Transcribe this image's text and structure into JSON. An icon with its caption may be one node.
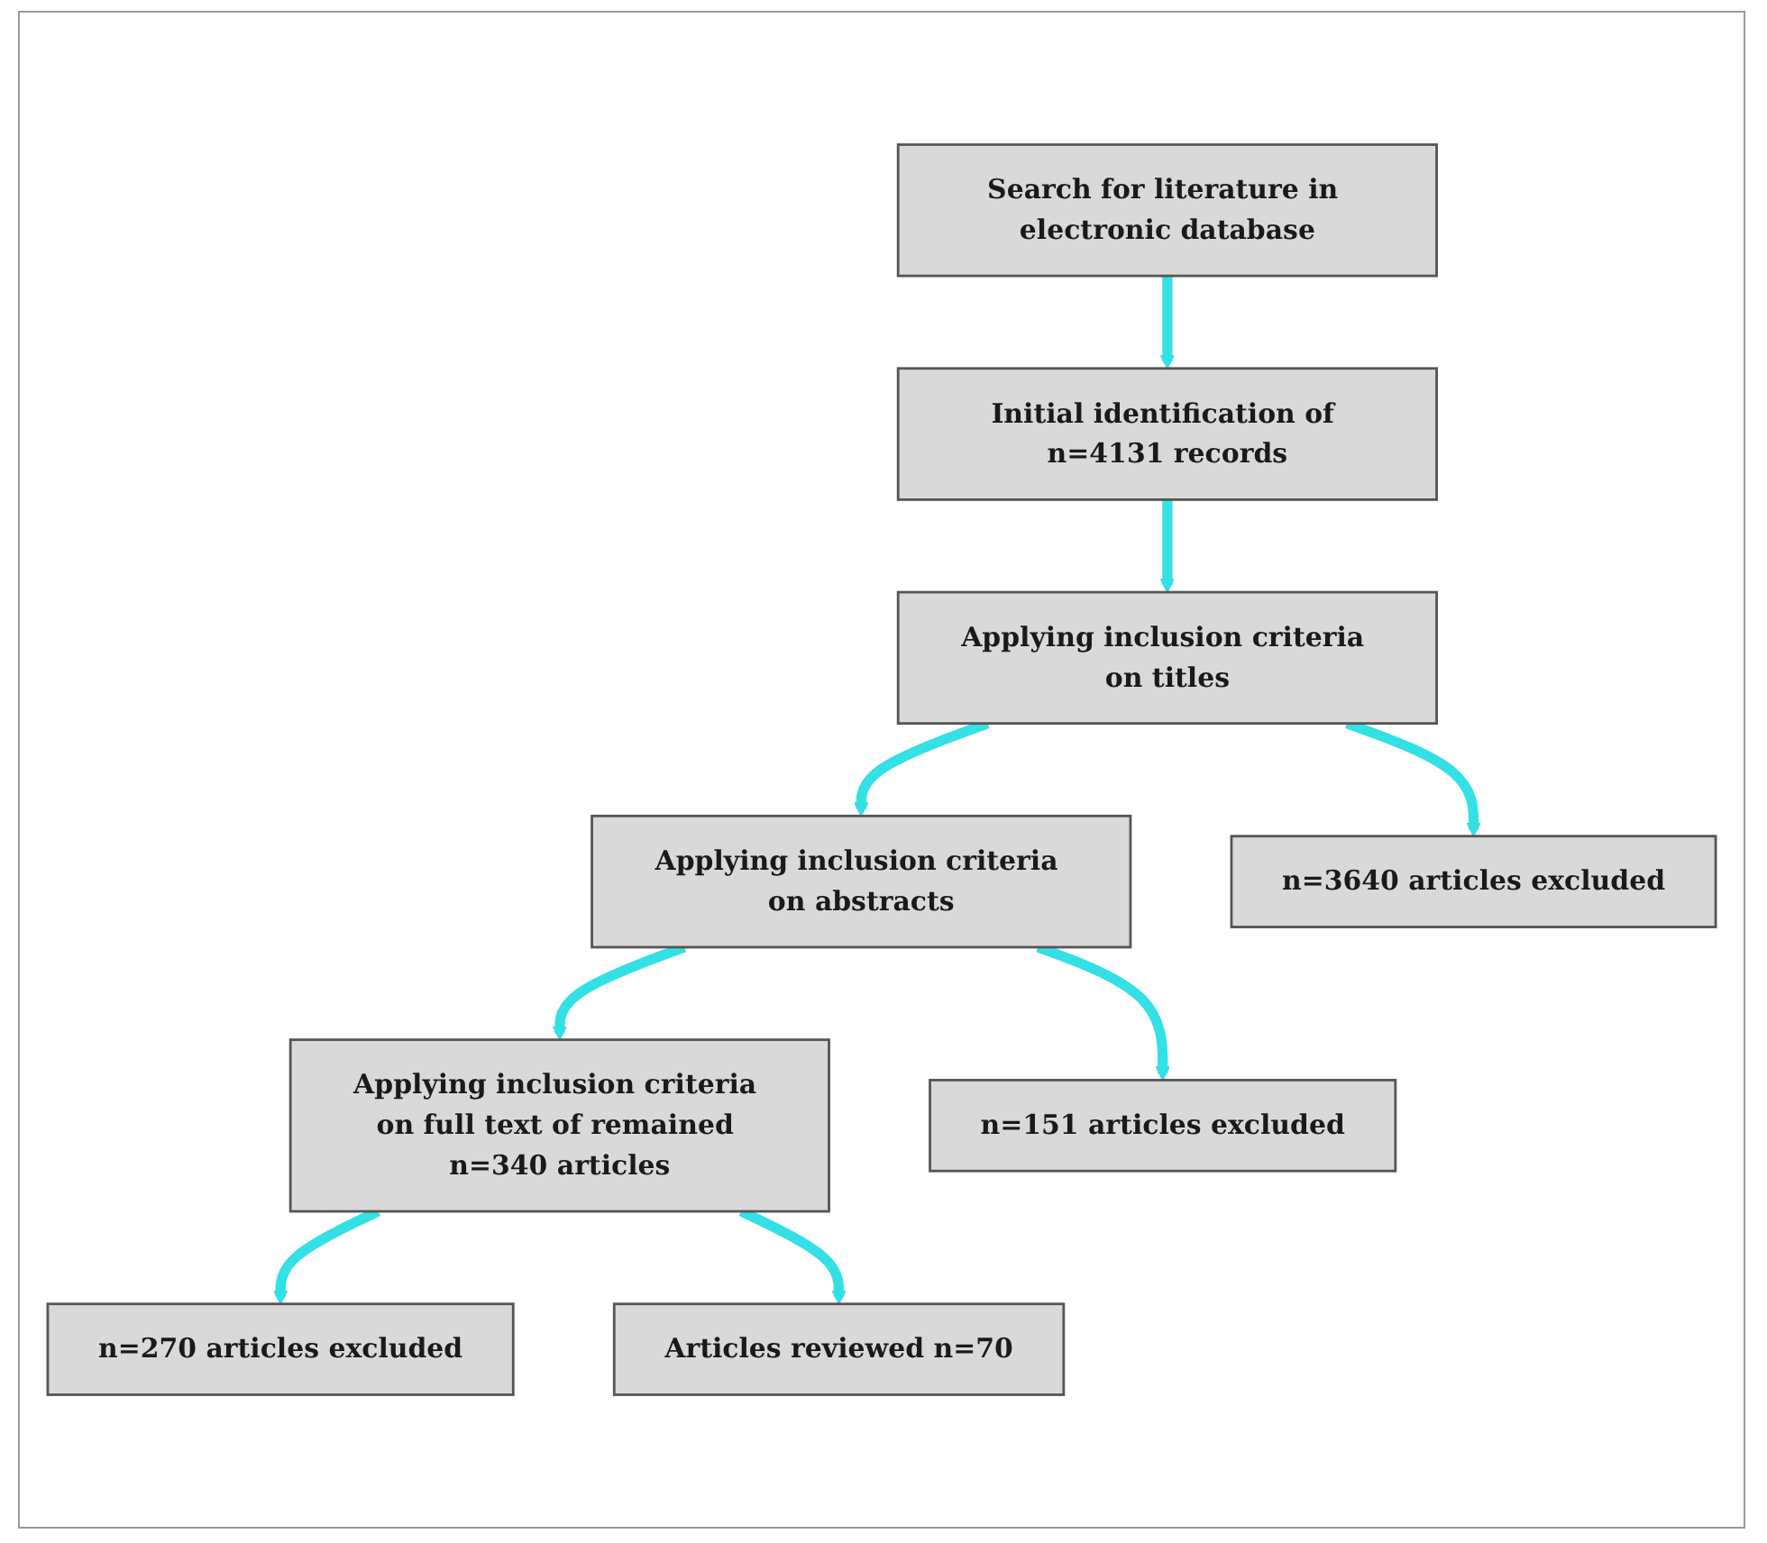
{
  "diagram": {
    "nodes": [
      {
        "text": [
          "Search for literature in electronic database"
        ]
      },
      {
        "text": [
          "Initial identification of n=4131 records"
        ]
      },
      {
        "text": [
          "Applying inclusion criteria on titles"
        ]
      },
      {
        "text": [
          "n=3640 articles excluded"
        ]
      },
      {
        "text": [
          "Applying inclusion criteria on abstracts"
        ]
      },
      {
        "text": [
          "n=151 articles excluded"
        ]
      },
      {
        "text": [
          "Applying inclusion criteria on full text of remained n=340 articles"
        ]
      },
      {
        "text": [
          "n=270 articles excluded"
        ]
      },
      {
        "text": [
          "Articles reviewed n=70"
        ]
      }
    ],
    "edges": [
      {
        "from": 0,
        "to": 1,
        "arrow": "to"
      },
      {
        "from": 1,
        "to": 2,
        "arrow": "to"
      },
      {
        "from": 2,
        "to": 3,
        "arrow": "to"
      },
      {
        "from": 2,
        "to": 4,
        "arrow": "to"
      },
      {
        "from": 4,
        "to": 5,
        "arrow": "to"
      },
      {
        "from": 4,
        "to": 6,
        "arrow": "to"
      },
      {
        "from": 6,
        "to": 7,
        "arrow": "to"
      },
      {
        "from": 6,
        "to": 8,
        "arrow": "to"
      }
    ]
  }
}
